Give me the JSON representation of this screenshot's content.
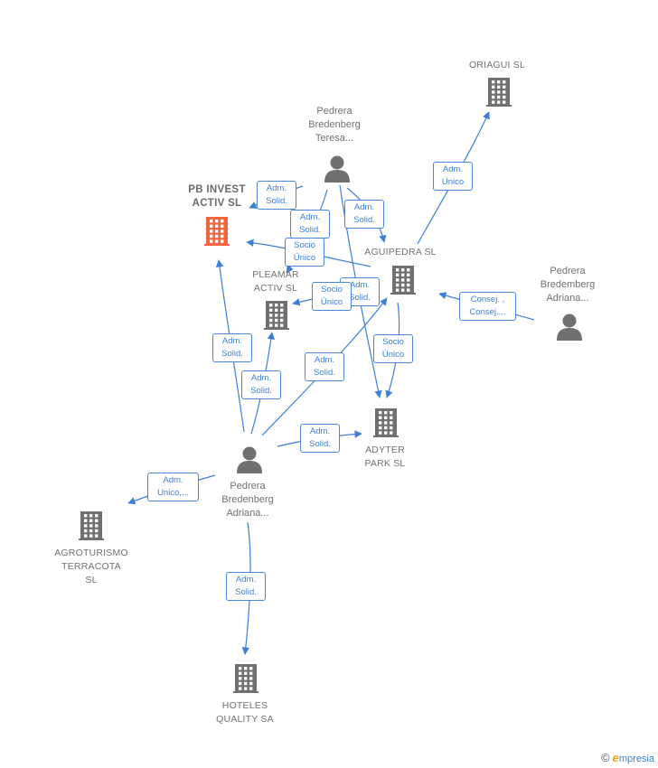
{
  "colors": {
    "edge": "#3d7fd6",
    "company_icon": "#707070",
    "focus_company_icon": "#f4643a",
    "person_icon": "#707070"
  },
  "nodes": {
    "pb_invest": {
      "label": "PB INVEST\nACTIV  SL",
      "kind": "company",
      "focus": true,
      "icon": "building-icon"
    },
    "oriagui": {
      "label": "ORIAGUI SL",
      "kind": "company",
      "icon": "building-icon"
    },
    "aguipedra": {
      "label": "AGUIPEDRA SL",
      "kind": "company",
      "icon": "building-icon"
    },
    "pleamar": {
      "label": "PLEAMAR\nACTIV  SL",
      "kind": "company",
      "icon": "building-icon"
    },
    "adyter": {
      "label": "ADYTER\nPARK  SL",
      "kind": "company",
      "icon": "building-icon"
    },
    "agroturismo": {
      "label": "AGROTURISMO\nTERRACOTA\nSL",
      "kind": "company",
      "icon": "building-icon"
    },
    "hoteles": {
      "label": "HOTELES\nQUALITY SA",
      "kind": "company",
      "icon": "building-icon"
    },
    "teresa": {
      "label": "Pedrera\nBredenberg\nTeresa...",
      "kind": "person",
      "icon": "person-icon"
    },
    "adriana_right": {
      "label": "Pedrera\nBredemberg\nAdriana...",
      "kind": "person",
      "icon": "person-icon"
    },
    "adriana_main": {
      "label": "Pedrera\nBredenberg\nAdriana...",
      "kind": "person",
      "icon": "person-icon"
    }
  },
  "edge_labels": {
    "e1": "Adm.\nSolid.",
    "e2": "Adm.\nSolid.",
    "e3": "Adm.\nSolid.",
    "e4": "Socio\nÚnico",
    "e5": "Adm.\nUnico",
    "e6": "Adm.\nSolid.",
    "e7": "Socio\nÚnico",
    "e8": "Consej. ,\nConsej....",
    "e9": "Socio\nÚnico",
    "e10": "Adm.\nSolid.",
    "e11": "Adm.\nSolid.",
    "e12": "Adm.\nSolid.",
    "e13": "Adm.\nSolid.",
    "e14": "Adm.\nUnico,...",
    "e15": "Adm.\nSolid."
  },
  "watermark": {
    "copyright": "©",
    "brand_initial": "e",
    "brand_rest": "mpresia"
  }
}
